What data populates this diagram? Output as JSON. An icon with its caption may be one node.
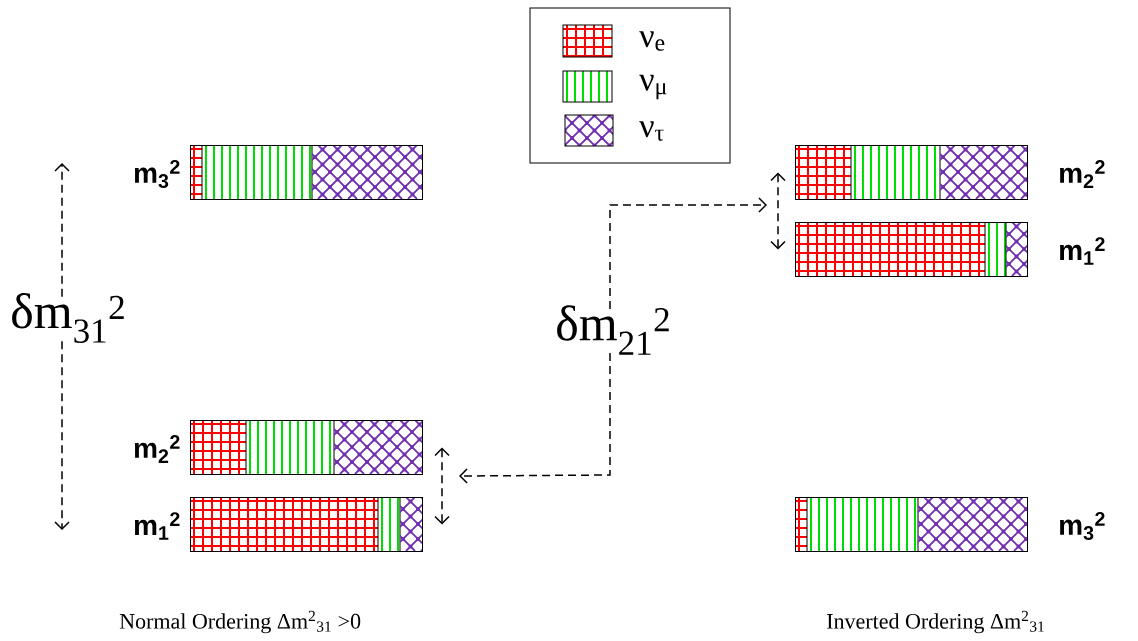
{
  "diagram": {
    "nodes": [
      {
        "text": [],
        "shape": "bar",
        "beside": [
          "m$_{3}$$^{2}$"
        ]
      },
      {
        "text": [],
        "shape": "bar",
        "beside": [
          "m$_{2}$$^{2}$"
        ]
      },
      {
        "text": [],
        "shape": "bar",
        "beside": [
          "m$_{1}$$^{2}$"
        ]
      },
      {
        "text": [
          "δm$_{31}$$^{2}$"
        ]
      },
      {
        "text": [
          "δm$_{21}$$^{2}$"
        ]
      },
      {
        "text": [],
        "shape": "bar",
        "beside": [
          "m$_{2}$$^{2}$"
        ]
      },
      {
        "text": [],
        "shape": "bar",
        "beside": [
          "m$_{1}$$^{2}$"
        ]
      },
      {
        "text": [],
        "shape": "bar",
        "beside": [
          "m$_{3}$$^{2}$"
        ]
      }
    ],
    "edges": [
      {
        "from": 3,
        "to": null,
        "arrow": "to",
        "style": "dashed"
      },
      {
        "from": 3,
        "to": null,
        "arrow": "to",
        "style": "dashed"
      },
      {
        "from": 4,
        "to": null,
        "arrow": "to",
        "style": "dashed"
      },
      {
        "from": 4,
        "to": 5,
        "arrow": "to",
        "style": "dashed"
      },
      {
        "from": 5,
        "to": 6,
        "arrow": "both",
        "style": "dashed"
      },
      {
        "from": 1,
        "to": 2,
        "arrow": "both",
        "style": "dashed"
      }
    ],
    "labels": [
      "Normal Ordering Δm$^{2}$$_{31}$ >0",
      "Inverted Ordering Δm$^{2}$$_{31}$"
    ],
    "legend": [
      {
        "text": "ν$_{e}$",
        "color": "#ff0000"
      },
      {
        "text": "ν$_{μ}$",
        "color": "#00dd00"
      },
      {
        "text": "ν$_{τ}$",
        "color": "#7030b0"
      }
    ]
  }
}
